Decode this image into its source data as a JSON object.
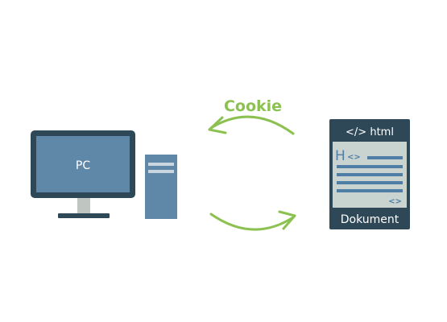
{
  "diagram": {
    "computer_label": "PC",
    "arrow_label": "Cookie",
    "document": {
      "header": "</> html",
      "heading_glyph": "H",
      "tag_glyph_top": "<>",
      "tag_glyph_bottom": "<>",
      "footer": "Dokument"
    }
  },
  "colors": {
    "monitor_frame": "#2f4858",
    "screen": "#5f87a8",
    "tower": "#5f87a8",
    "tower_slots": "#c9d6e0",
    "monitor_neck": "#bfc6c2",
    "document_frame": "#2f4858",
    "document_page": "#c9d4d0",
    "document_lines": "#4f7ea6",
    "arrow": "#8cc152",
    "label_text": "#ffffff"
  },
  "icons": {
    "computer": "desktop-pc-icon",
    "document": "html-document-icon",
    "arrow_top": "curved-arrow-left-icon",
    "arrow_bottom": "curved-arrow-right-icon"
  }
}
